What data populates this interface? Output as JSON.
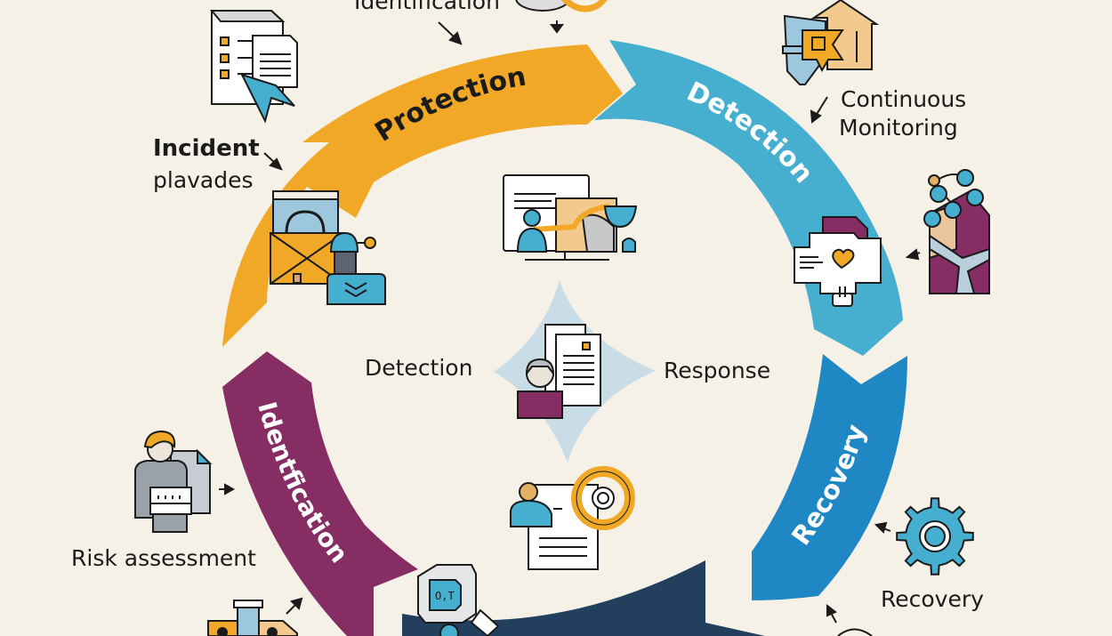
{
  "diagram": {
    "background_color": "#f5f1e7",
    "cycle_stages": [
      {
        "id": "protection",
        "label": "Protection",
        "color": "#f0a826",
        "text_color": "#1b1b1b"
      },
      {
        "id": "detection",
        "label": "Detection",
        "color": "#46aece",
        "text_color": "#ffffff"
      },
      {
        "id": "recovery",
        "label": "Recovery",
        "color": "#1f88c4",
        "text_color": "#ffffff"
      },
      {
        "id": "response",
        "label": "",
        "color": "#233f5e",
        "text_color": "#ffffff"
      },
      {
        "id": "identification",
        "label": "Identfication",
        "color": "#862d63",
        "text_color": "#ffffff"
      }
    ],
    "annotations": {
      "top": "Identification",
      "incident_line1": "Incident",
      "incident_line2": "plavades",
      "monitoring_line1": "Continuous",
      "monitoring_line2": "Monitoring",
      "risk": "Risk assessment",
      "recovery": "Recovery"
    },
    "center": {
      "left_label": "Detection",
      "right_label": "Response",
      "diamond_color": "#c8dde6"
    },
    "icons": [
      "checklist-document-icon",
      "ai-refresh-icon",
      "shield-house-icon",
      "lock-box-operator-icon",
      "presentation-monitor-icon",
      "heart-document-bulb-icon",
      "network-person-icon",
      "person-document-icon",
      "person-target-document-icon",
      "risk-assessor-icon",
      "gear-icon",
      "robot-shield-icon",
      "factory-icon"
    ],
    "palette": {
      "orange": "#f0a826",
      "teal": "#46aece",
      "blue": "#1f88c4",
      "navy": "#233f5e",
      "purple": "#862d63",
      "outline": "#1b1b1b",
      "light_blue": "#9cc7dc",
      "peach": "#f3c98e",
      "grey": "#b9bcc0"
    }
  }
}
